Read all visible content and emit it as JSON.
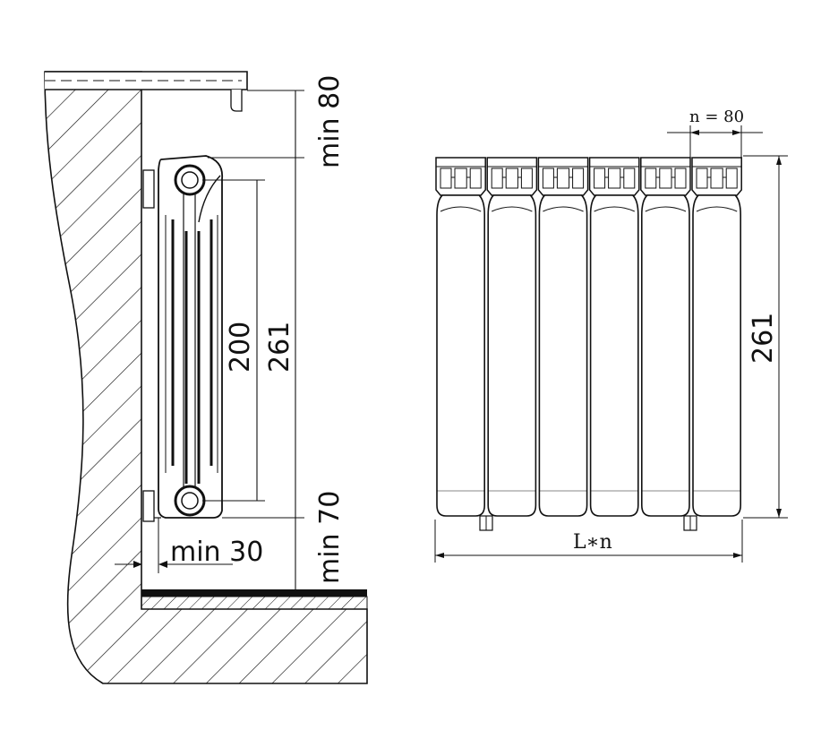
{
  "side_view": {
    "labels": {
      "top_gap": "min 80",
      "center_distance": "200",
      "height": "261",
      "bottom_gap": "min 70",
      "wall_gap": "min 30"
    }
  },
  "front_view": {
    "labels": {
      "section_width": "n = 80",
      "height": "261",
      "total_length": "L∗n"
    },
    "section_count": 6
  }
}
